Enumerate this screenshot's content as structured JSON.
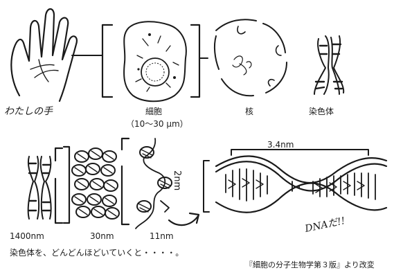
{
  "labels": {
    "hand": "わたしの手",
    "cell": "細胞",
    "cell_size": "（10～30 μm）",
    "nucleus": "核",
    "chromosome": "染色体",
    "chromosome_size": "1400nm",
    "fiber_30": "30nm",
    "fiber_11": "11nm",
    "dna_pitch": "3.4nm",
    "dna_width": "2nm",
    "dna_exclaim": "DNAだ!!",
    "caption": "染色体を、どんどんほどいていくと・・・・。",
    "source": "『細胞の分子生物学第３版』より改変"
  },
  "colors": {
    "ink": "#1a1a1a",
    "background": "#ffffff"
  }
}
